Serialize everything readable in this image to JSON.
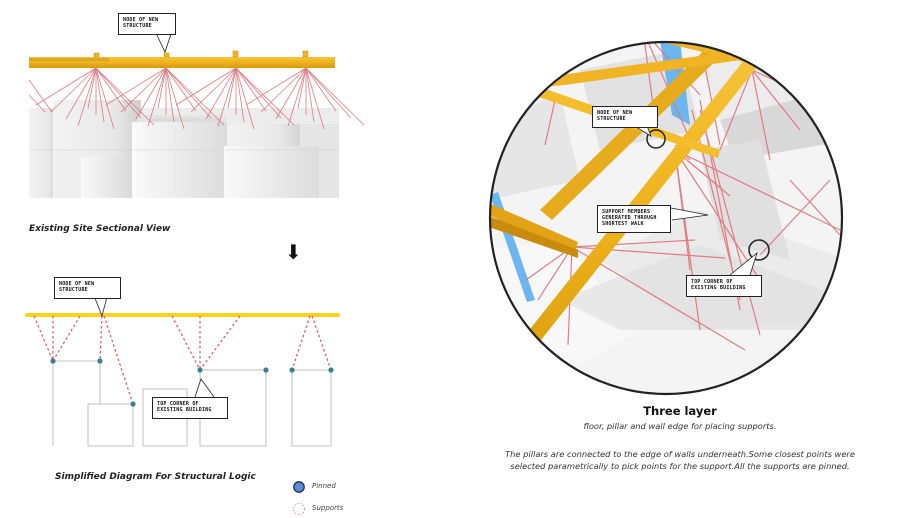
{
  "colors": {
    "beam": "#f2b81f",
    "beam_dark": "#d89a10",
    "beam_flat": "#ffd21f",
    "support": "#e0646e",
    "support_dashed": "#e0505c",
    "pin_fill": "#3d7f8f",
    "legend_pin_fill": "#5b8bd8",
    "building_stroke": "#c8c8c8",
    "circle_stroke": "#222222",
    "water": "#6cb6f0"
  },
  "sectional_view": {
    "callout_node": "NODE OF NEW\nSTRUCTURE",
    "caption": "Existing Site Sectional View"
  },
  "arrow": {
    "icon": "arrow-down-icon",
    "glyph": "⬇"
  },
  "simplified_diagram": {
    "callout_node": "NODE OF NEW\nSTRUCTURE",
    "callout_corner": "TOP CORNER OF\nEXISTING BUILDING",
    "caption": "Simplified Diagram For Structural Logic"
  },
  "legend": {
    "items": [
      {
        "label": "Pinned",
        "icon": "pinned-icon"
      },
      {
        "label": "Supports",
        "icon": "supports-icon"
      }
    ]
  },
  "zoom_view": {
    "callout_node": "NODE OF NEW\nSTRUCTURE",
    "callout_supports": "SUPPORT MEMBERS\nGENERATED THROUGH\nSHORTEST WALK",
    "callout_corner": "TOP CORNER OF\nEXISTING BUILDING"
  },
  "description": {
    "title": "Three layer",
    "subtitle": "floor, pillar and wall edge for placing supports.",
    "body": "The pillars are connected to the edge of walls underneath.Some closest points were selected parametrically to pick points for the support.All the supports are pinned."
  }
}
